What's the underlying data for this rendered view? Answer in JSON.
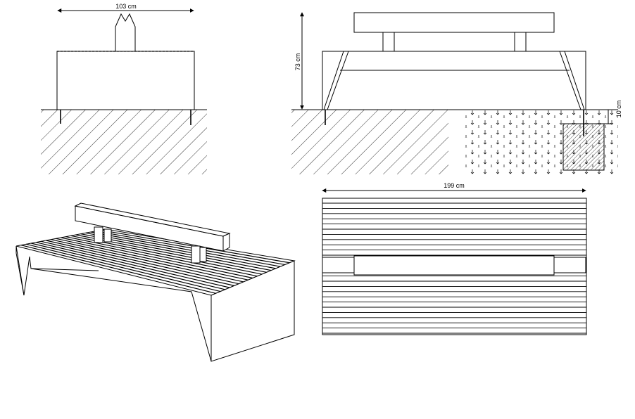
{
  "dimensions": {
    "width_label": "103 cm",
    "height_label": "73 cm",
    "depth_label": "10 cm",
    "length_label": "199 cm"
  }
}
